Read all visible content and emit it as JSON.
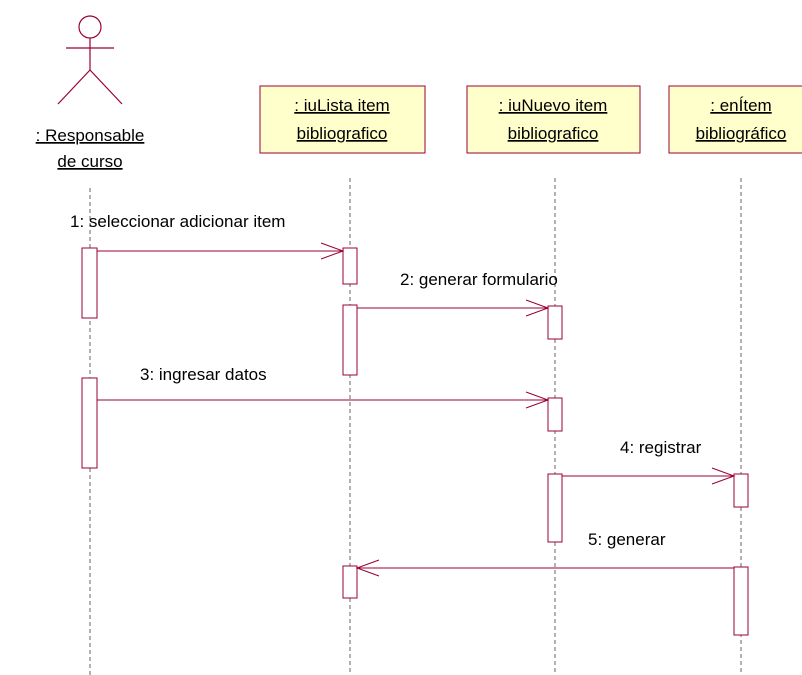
{
  "actor": {
    "line1": ": Responsable",
    "line2": "de curso"
  },
  "objects": [
    {
      "line1": ": iuLista item",
      "line2": "bibliografico"
    },
    {
      "line1": ": iuNuevo item",
      "line2": "bibliografico"
    },
    {
      "line1": ": enÍtem",
      "line2": "bibliográfico"
    }
  ],
  "messages": [
    {
      "label": "1: seleccionar adicionar item"
    },
    {
      "label": "2: generar formulario"
    },
    {
      "label": "3: ingresar datos"
    },
    {
      "label": "4: registrar"
    },
    {
      "label": "5: generar"
    }
  ],
  "colors": {
    "object_fill": "#ffffcc",
    "object_border": "#990033",
    "arrow": "#990033",
    "activation_border": "#990033",
    "lifeline": "#000000"
  }
}
